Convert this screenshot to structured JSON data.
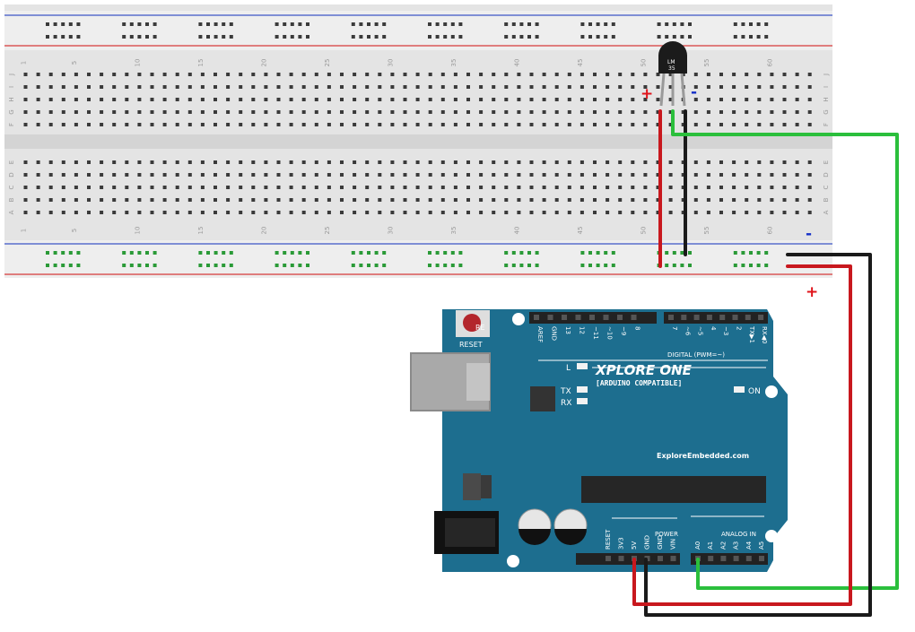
{
  "breadboard": {
    "column_numbers": [
      "1",
      "5",
      "10",
      "15",
      "20",
      "25",
      "30",
      "35",
      "40",
      "45",
      "50",
      "55",
      "60"
    ],
    "upper_row_letters": [
      "J",
      "I",
      "H",
      "G",
      "F"
    ],
    "lower_row_letters": [
      "E",
      "D",
      "C",
      "B",
      "A"
    ]
  },
  "sensor": {
    "label_line1": "LM",
    "label_line2": "35"
  },
  "polarity": {
    "sensor_plus": "+",
    "sensor_minus": "-",
    "rail_minus": "-",
    "rail_plus": "+"
  },
  "board": {
    "brand": "XPLORE ONE",
    "subtitle": "[ARDUINO COMPATIBLE]",
    "website": "ExploreEmbedded.com",
    "reset_label": "RESET",
    "reset_button_text": "RE",
    "led_l": "L",
    "led_tx": "TX",
    "led_rx": "RX",
    "led_on": "ON",
    "digital_label": "DIGITAL (PWM=~)",
    "digital_pins": [
      "AREF",
      "GND",
      "13",
      "12",
      "~11",
      "~10",
      "~9",
      "8",
      "7",
      "~6",
      "~5",
      "4",
      "~3",
      "2",
      "TX▶1",
      "RX◀0"
    ],
    "power_label": "POWER",
    "power_pins": [
      "RESET",
      "3V3",
      "5V",
      "GND",
      "GND",
      "VIN"
    ],
    "analog_label": "ANALOG IN",
    "analog_pins": [
      "A0",
      "A1",
      "A2",
      "A3",
      "A4",
      "A5"
    ]
  },
  "colors": {
    "board": "#1d6e8f",
    "board_dark": "#155a75",
    "wire_red": "#c8181e",
    "wire_black": "#1a1a1a",
    "wire_green": "#2bbf3c",
    "breadboard": "#e3e3e3",
    "rail_red": "#d63a3a",
    "rail_blue": "#3b55c6"
  }
}
